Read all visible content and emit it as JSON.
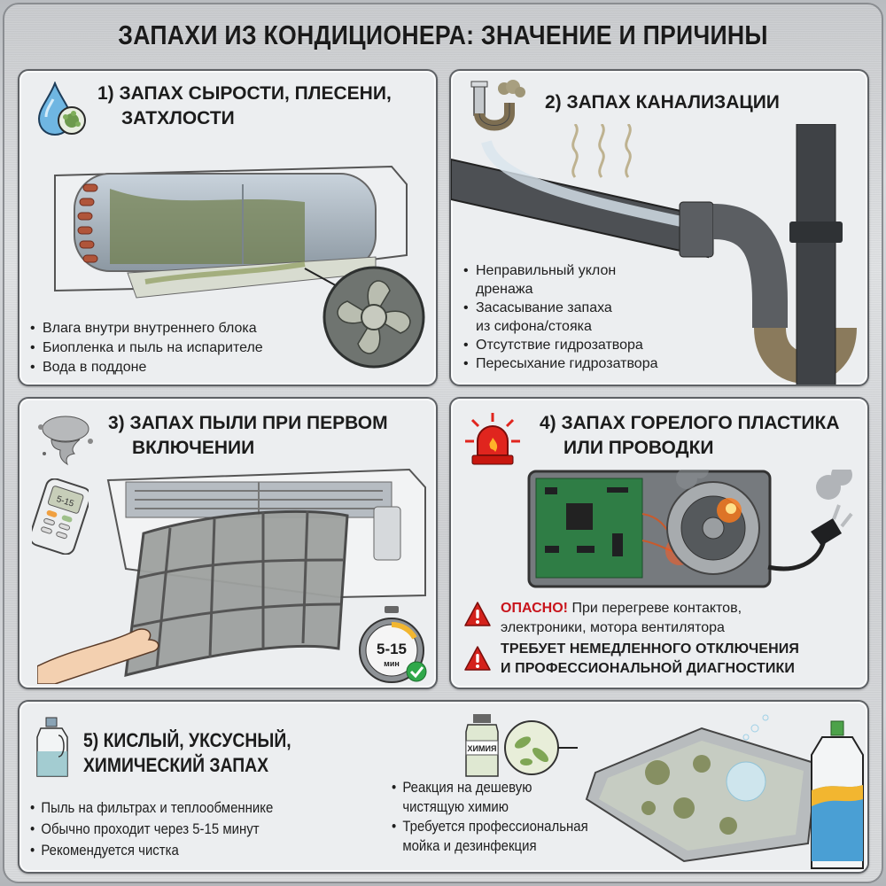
{
  "title": "ЗАПАХИ ИЗ КОНДИЦИОНЕРА: ЗНАЧЕНИЕ И ПРИЧИНЫ",
  "colors": {
    "panel_bg": "#eceef0",
    "panel_border": "#5e6165",
    "text": "#1c1c1c",
    "danger": "#c8141c",
    "water_blue": "#5aa8d8",
    "mold_green": "#6f8a4a",
    "check_green": "#2fa84a"
  },
  "panels": [
    {
      "id": 1,
      "icon": "water-drop-mold-icon",
      "title_line1": "1) ЗАПАХ СЫРОСТИ, ПЛЕСЕНИ,",
      "title_line2": "ЗАТХЛОСТИ",
      "illustration": "moldy-indoor-unit-with-fan",
      "bullets": [
        "Влага внутри внутреннего блока",
        "Биопленка и пыль на испарителе",
        "Вода в поддоне"
      ]
    },
    {
      "id": 2,
      "icon": "siphon-odor-icon",
      "title_line1": "2) ЗАПАХ КАНАЛИЗАЦИИ",
      "illustration": "drain-pipe-siphon",
      "bullets": [
        [
          "Неправильный уклон",
          "дренажа"
        ],
        [
          "Засасывание запаха",
          "из сифона/стояка"
        ],
        [
          "Отсутствие гидрозатвора"
        ],
        [
          "Пересыхание гидрозатвора"
        ]
      ]
    },
    {
      "id": 3,
      "icon": "dust-cloud-icon",
      "title_line1": "3) ЗАПАХ ПЫЛИ ПРИ ПЕРВОМ",
      "title_line2": "ВКЛЮЧЕНИИ",
      "illustration": "dusty-filter-removal",
      "remote_display": "5-15",
      "timer": {
        "value": "5-15",
        "unit": "мин"
      }
    },
    {
      "id": 4,
      "icon": "alarm-siren-icon",
      "title_line1": "4) ЗАПАХ ГОРЕЛОГО ПЛАСТИКА",
      "title_line2": "ИЛИ ПРОВОДКИ",
      "illustration": "burning-circuit-board",
      "warning1": {
        "label": "ОПАСНО!",
        "line1": "При перегреве контактов,",
        "line2": "электроники, мотора вентилятора"
      },
      "warning2": {
        "line1": "ТРЕБУЕТ НЕМЕДЛЕННОГО ОТКЛЮЧЕНИЯ",
        "line2": "И ПРОФЕССИОНАЛЬНОЙ ДИАГНОСТИКИ"
      }
    },
    {
      "id": 5,
      "icon": "chemical-bottle-icon",
      "title_line1": "5) КИСЛЫЙ, УКСУСНЫЙ,",
      "title_line2": "ХИМИЧЕСКИЙ ЗАПАХ",
      "bullets_left": [
        "Пыль  на фильтрах и теплообменнике",
        "Обычно проходит через 5-15 минут",
        "Рекомендуется чистка"
      ],
      "bullets_right": [
        [
          "Реакция на дешевую",
          "чистящую химию"
        ],
        [
          "Требуется профессиональная",
          "мойка и дезинфекция"
        ]
      ],
      "chem_label": "ХИМИЯ",
      "illustration": "moldy-drain-pan-with-cleaner"
    }
  ]
}
